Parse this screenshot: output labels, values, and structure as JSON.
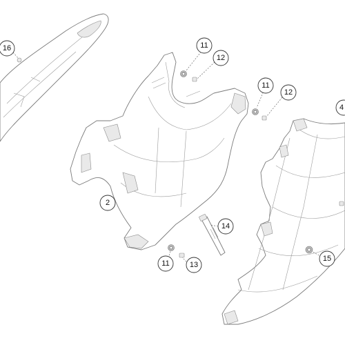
{
  "callouts": {
    "c16": "16",
    "c11a": "11",
    "c12a": "12",
    "c11b": "11",
    "c12b": "12",
    "c4": "4",
    "c2": "2",
    "c14": "14",
    "c11c": "11",
    "c13": "13",
    "c15": "15"
  }
}
